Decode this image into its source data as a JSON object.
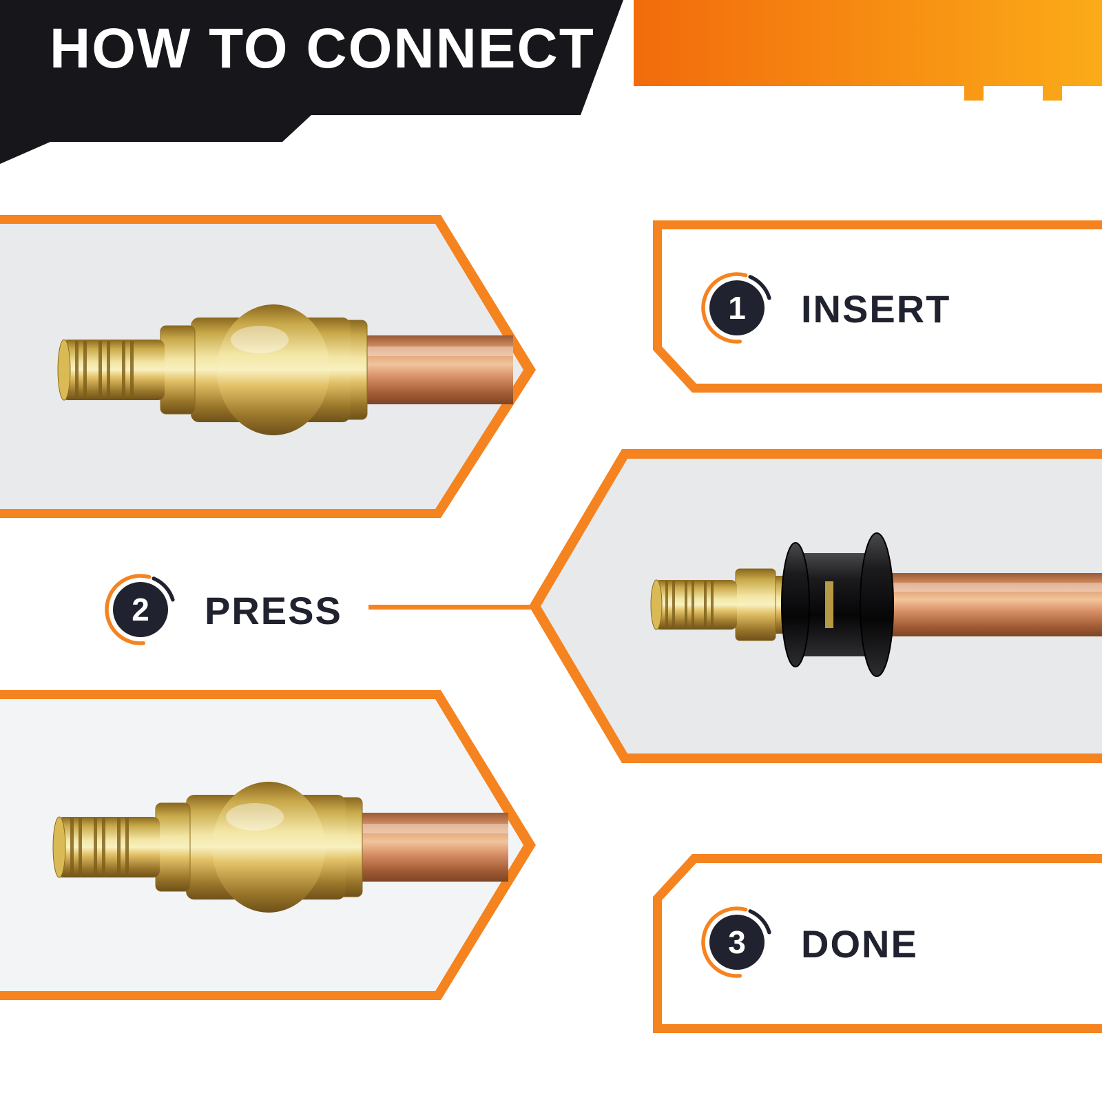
{
  "header": {
    "title": "HOW TO CONNECT"
  },
  "steps": [
    {
      "number": "1",
      "label": "INSERT"
    },
    {
      "number": "2",
      "label": "PRESS"
    },
    {
      "number": "3",
      "label": "DONE"
    }
  ],
  "colors": {
    "accent_orange": "#F5831F",
    "accent_orange_light": "#FBAB18",
    "dark_navy": "#20222F",
    "panel_gray": "#E9EAEB",
    "brass": "#D9B84C",
    "copper": "#D69166",
    "press_ring_black": "#1B1B1E"
  },
  "illustrations": {
    "step1": "brass-pex-fitting-on-copper-pipe",
    "step2": "pex-fitting-with-black-press-ring-on-copper-pipe",
    "step3": "brass-pex-fitting-on-copper-pipe"
  }
}
